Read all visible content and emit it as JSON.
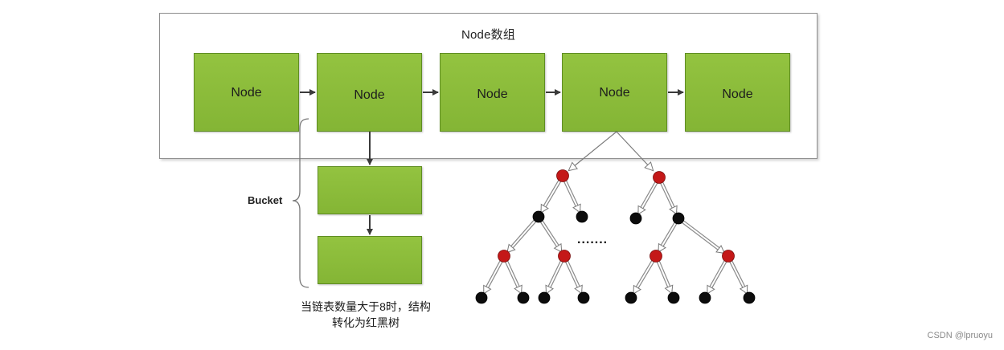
{
  "diagram": {
    "array_title": "Node数组",
    "nodes": [
      {
        "label": "Node"
      },
      {
        "label": "Node"
      },
      {
        "label": "Node"
      },
      {
        "label": "Node"
      },
      {
        "label": "Node"
      }
    ],
    "bucket_label": "Bucket",
    "note": {
      "line1": "当链表数量大于8时，结构",
      "line2": "转化为红黑树"
    },
    "ellipsis": ".......",
    "colors": {
      "node_fill": "#8bbd3c",
      "node_border": "#5f8d22",
      "red_node": "#c41818",
      "black_node": "#0c0c0c",
      "arrow": "#3a3a3a"
    }
  },
  "watermark": "CSDN @lpruoyu"
}
